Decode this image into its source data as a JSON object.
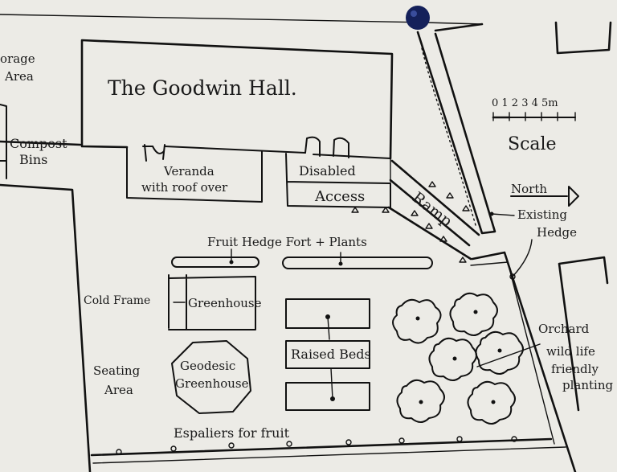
{
  "labels": {
    "storage_area": "orage\nArea",
    "compost_bins": "Compost\nBins",
    "hall": "The Goodwin Hall.",
    "veranda": "Veranda\nwith roof over",
    "disabled": "Disabled",
    "access": "Access",
    "ramp": "Ramp",
    "scale_numbers": "0 1 2 3 4 5m",
    "scale": "Scale",
    "north": "North",
    "existing_hedge": "Existing\nHedge",
    "fruit_hedge": "Fruit Hedge Fort + Plants",
    "cold_frame": "Cold Frame",
    "greenhouse": "Greenhouse",
    "raised_beds": "Raised Beds",
    "geodesic": "Geodesic\nGreenhouse",
    "seating": "Seating\nArea",
    "orchard": "Orchard\nwild life\nfriendly\nplanting",
    "espaliers": "Espaliers for fruit"
  },
  "colors": {
    "paper": "#ecebe6",
    "ink": "#111111",
    "pin": "#14205a"
  },
  "icons": [
    "pushpin-icon",
    "north-arrow-icon",
    "tree-icon",
    "scale-bar-icon"
  ]
}
